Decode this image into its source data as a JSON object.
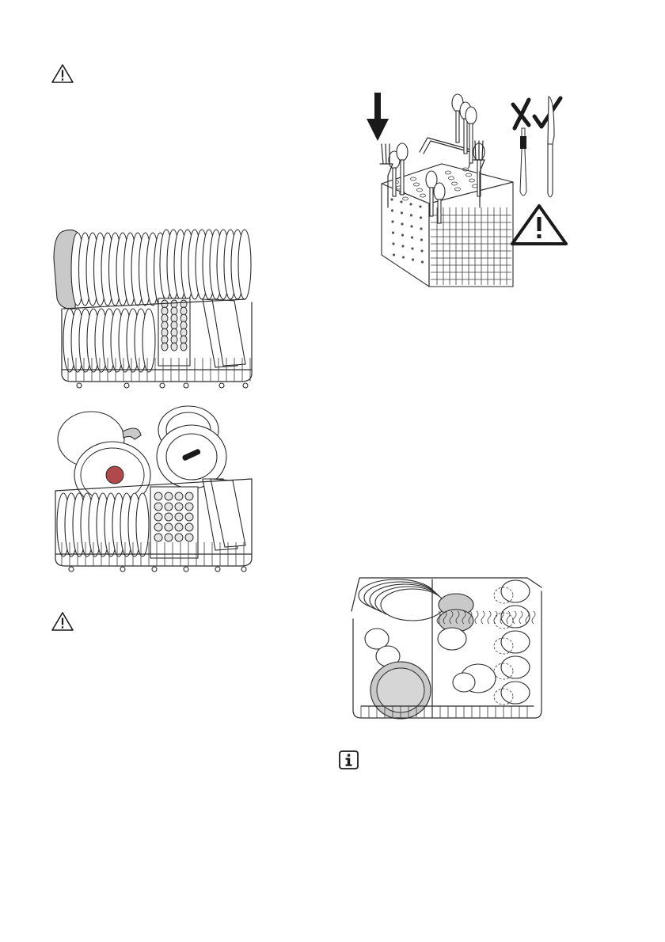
{
  "icons": {
    "warning_top": "warning-triangle-icon",
    "warning_bottom": "warning-triangle-icon",
    "info": "info-icon"
  },
  "colors": {
    "line": "#2a2a2a",
    "grey_fill": "#c9c9c9",
    "dark_fill": "#1a1a1a",
    "red_lid_knob": "#b04a4a"
  },
  "illustrations": {
    "lower_basket_plates": "lower-basket-plates-illustration",
    "lower_basket_pots": "lower-basket-pots-illustration",
    "cutlery_basket": "cutlery-basket-illustration",
    "upper_basket": "upper-basket-illustration"
  }
}
